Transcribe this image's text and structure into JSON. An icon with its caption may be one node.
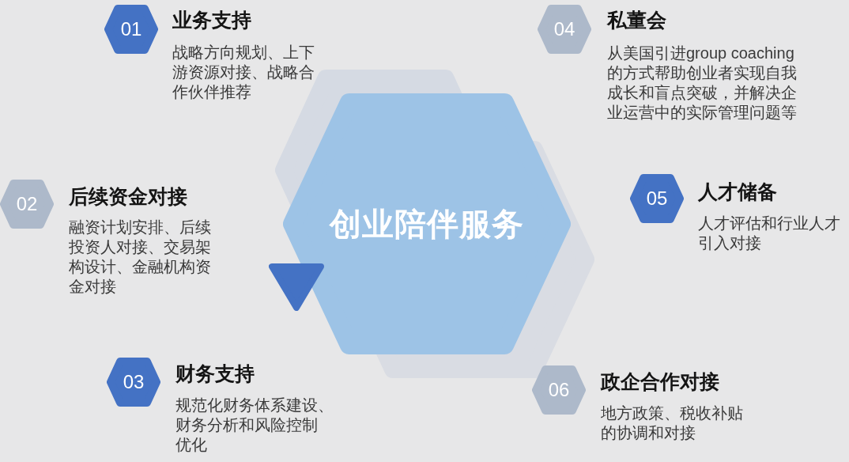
{
  "diagram": {
    "nodes": [
      {
        "text": [
          "创业陪伴服务"
        ]
      },
      {
        "text": [
          "01",
          "业务支持",
          "战略方向规划、上下游资源对接、战略合作伙伴推荐"
        ]
      },
      {
        "text": [
          "02",
          "后续资金对接",
          "融资计划安排、后续投资人对接、交易架构设计、金融机构资金对接"
        ]
      },
      {
        "text": [
          "03",
          "财务支持",
          "规范化财务体系建设、财务分析和风险控制优化"
        ]
      },
      {
        "text": [
          "04",
          "私董会",
          "从美国引进group coaching的方式帮助创业者实现自我成长和盲点突破，并解决企业运营中的实际管理问题等"
        ]
      },
      {
        "text": [
          "05",
          "人才储备",
          "人才评估和行业人才引入对接"
        ]
      },
      {
        "text": [
          "06",
          "政企合作对接",
          "地方政策、税收补贴的协调和对接"
        ]
      }
    ]
  }
}
